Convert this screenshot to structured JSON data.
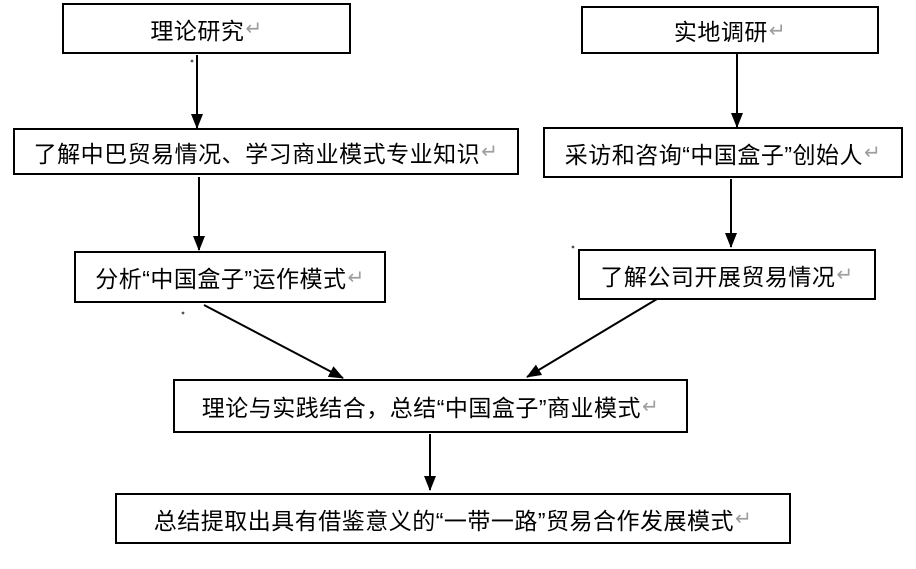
{
  "diagram": {
    "background_color": "#ffffff",
    "box_border_color": "#000000",
    "text_color": "#000000",
    "arrow_color": "#000000",
    "return_mark": "↵",
    "return_mark_color": "#9e9e9e",
    "boxes": [
      {
        "id": "theory-research",
        "text": "理论研究"
      },
      {
        "id": "field-research",
        "text": "实地调研"
      },
      {
        "id": "trade-knowledge",
        "text": "了解中巴贸易情况、学习商业模式专业知识"
      },
      {
        "id": "interview-founder",
        "text": "采访和咨询“中国盒子”创始人"
      },
      {
        "id": "analyze-operation",
        "text": "分析“中国盒子”运作模式"
      },
      {
        "id": "company-trade",
        "text": "了解公司开展贸易情况"
      },
      {
        "id": "combine-theory-practice",
        "text": "理论与实践结合，总结“中国盒子”商业模式"
      },
      {
        "id": "final-summary",
        "text": "总结提取出具有借鉴意义的“一带一路”贸易合作发展模式"
      }
    ]
  }
}
